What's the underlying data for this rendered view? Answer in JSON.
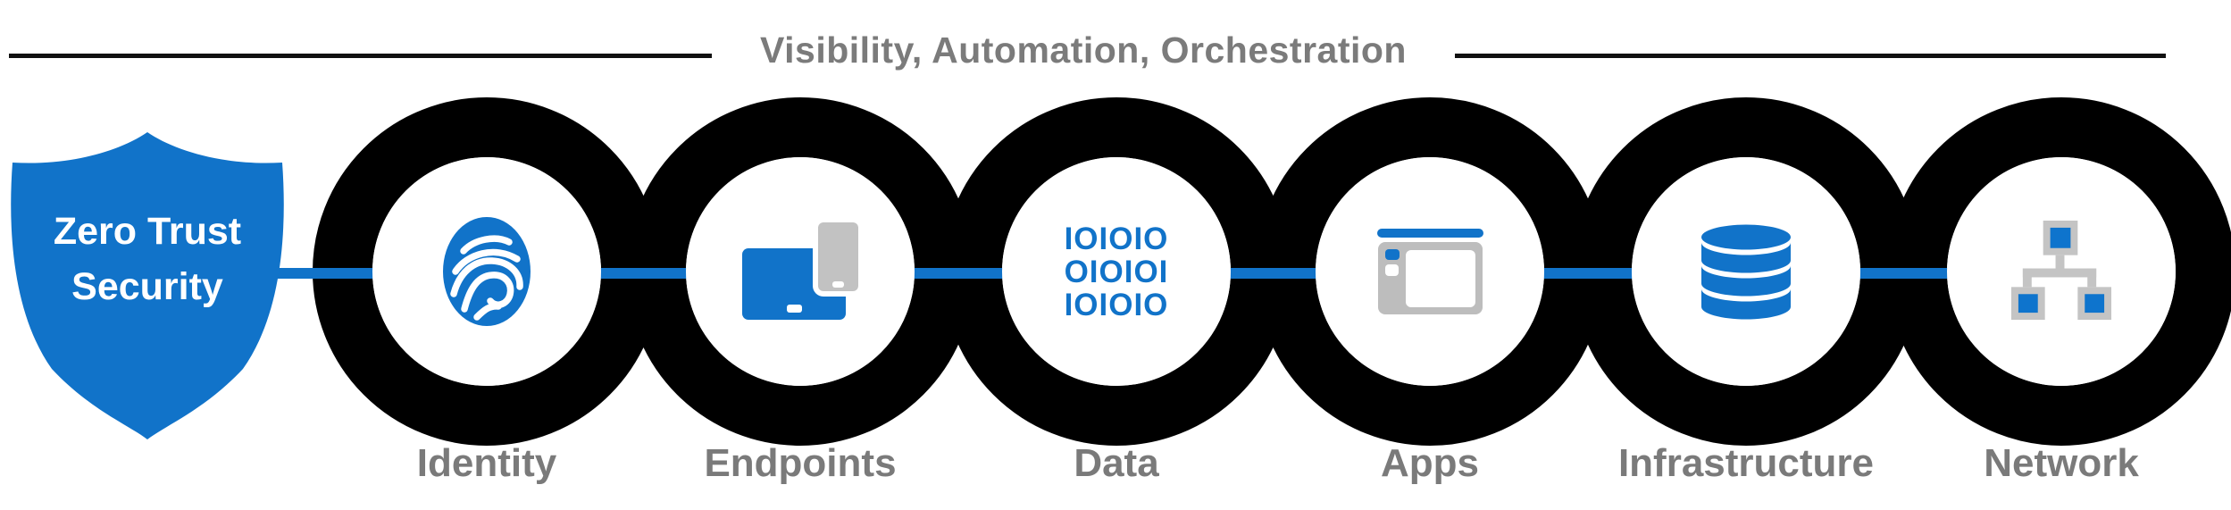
{
  "title": {
    "text": "Visibility, Automation, Orchestration"
  },
  "shield": {
    "line1": "Zero Trust",
    "line2": "Security"
  },
  "colors": {
    "blue": "#1173C9",
    "label_gray": "#7A7A7A",
    "icon_gray": "#C2C2C2",
    "ring_black": "#000000",
    "rule_black": "#111111"
  },
  "nodes": [
    {
      "label": "Identity",
      "icon": "fingerprint-icon"
    },
    {
      "label": "Endpoints",
      "icon": "devices-icon"
    },
    {
      "label": "Data",
      "icon": "binary-code-icon",
      "binary_rows": [
        "IOIOIO",
        "OIOIOI",
        "IOIOIO"
      ]
    },
    {
      "label": "Apps",
      "icon": "app-window-icon"
    },
    {
      "label": "Infrastructure",
      "icon": "database-icon"
    },
    {
      "label": "Network",
      "icon": "network-topology-icon"
    }
  ]
}
